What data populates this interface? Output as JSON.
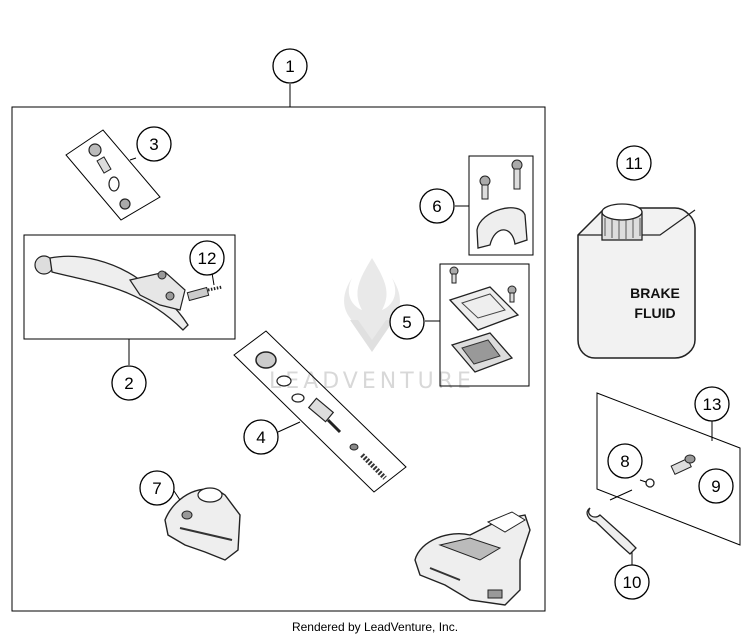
{
  "watermark": {
    "text": "LEADVENTURE"
  },
  "footer": {
    "text": "Rendered by LeadVenture, Inc."
  },
  "callouts": [
    {
      "number": "1"
    },
    {
      "number": "2"
    },
    {
      "number": "3"
    },
    {
      "number": "4"
    },
    {
      "number": "5"
    },
    {
      "number": "6"
    },
    {
      "number": "7"
    },
    {
      "number": "8"
    },
    {
      "number": "9"
    },
    {
      "number": "10"
    },
    {
      "number": "11"
    },
    {
      "number": "12"
    },
    {
      "number": "13"
    }
  ],
  "bottle_label": {
    "line1": "BRAKE",
    "line2": "FLUID"
  }
}
